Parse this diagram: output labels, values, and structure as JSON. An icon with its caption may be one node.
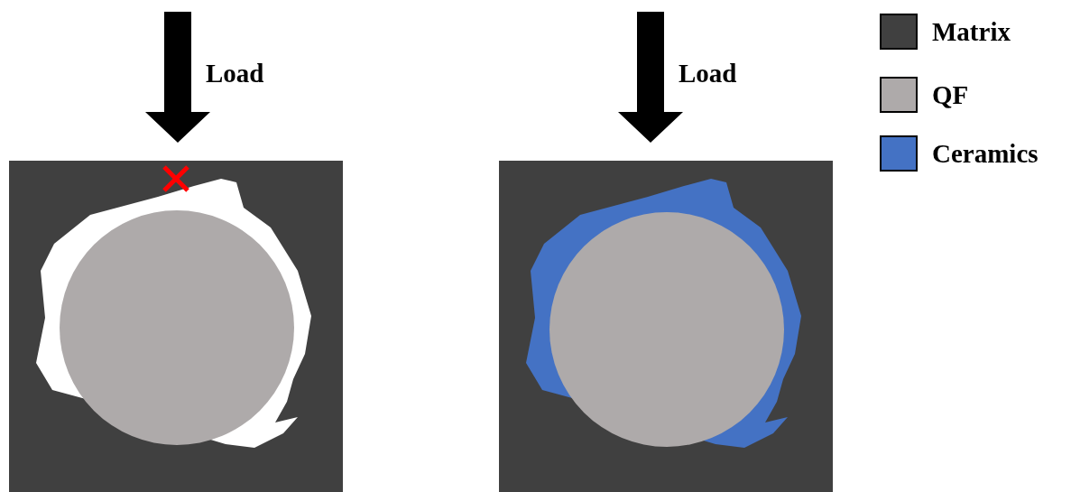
{
  "diagram": {
    "labels": [
      "Load",
      "Load"
    ],
    "legend": [
      {
        "text": "Matrix",
        "color": "#404040"
      },
      {
        "text": "QF",
        "color": "#aeaaaa"
      },
      {
        "text": "Ceramics",
        "color": "#4472c4"
      }
    ]
  }
}
